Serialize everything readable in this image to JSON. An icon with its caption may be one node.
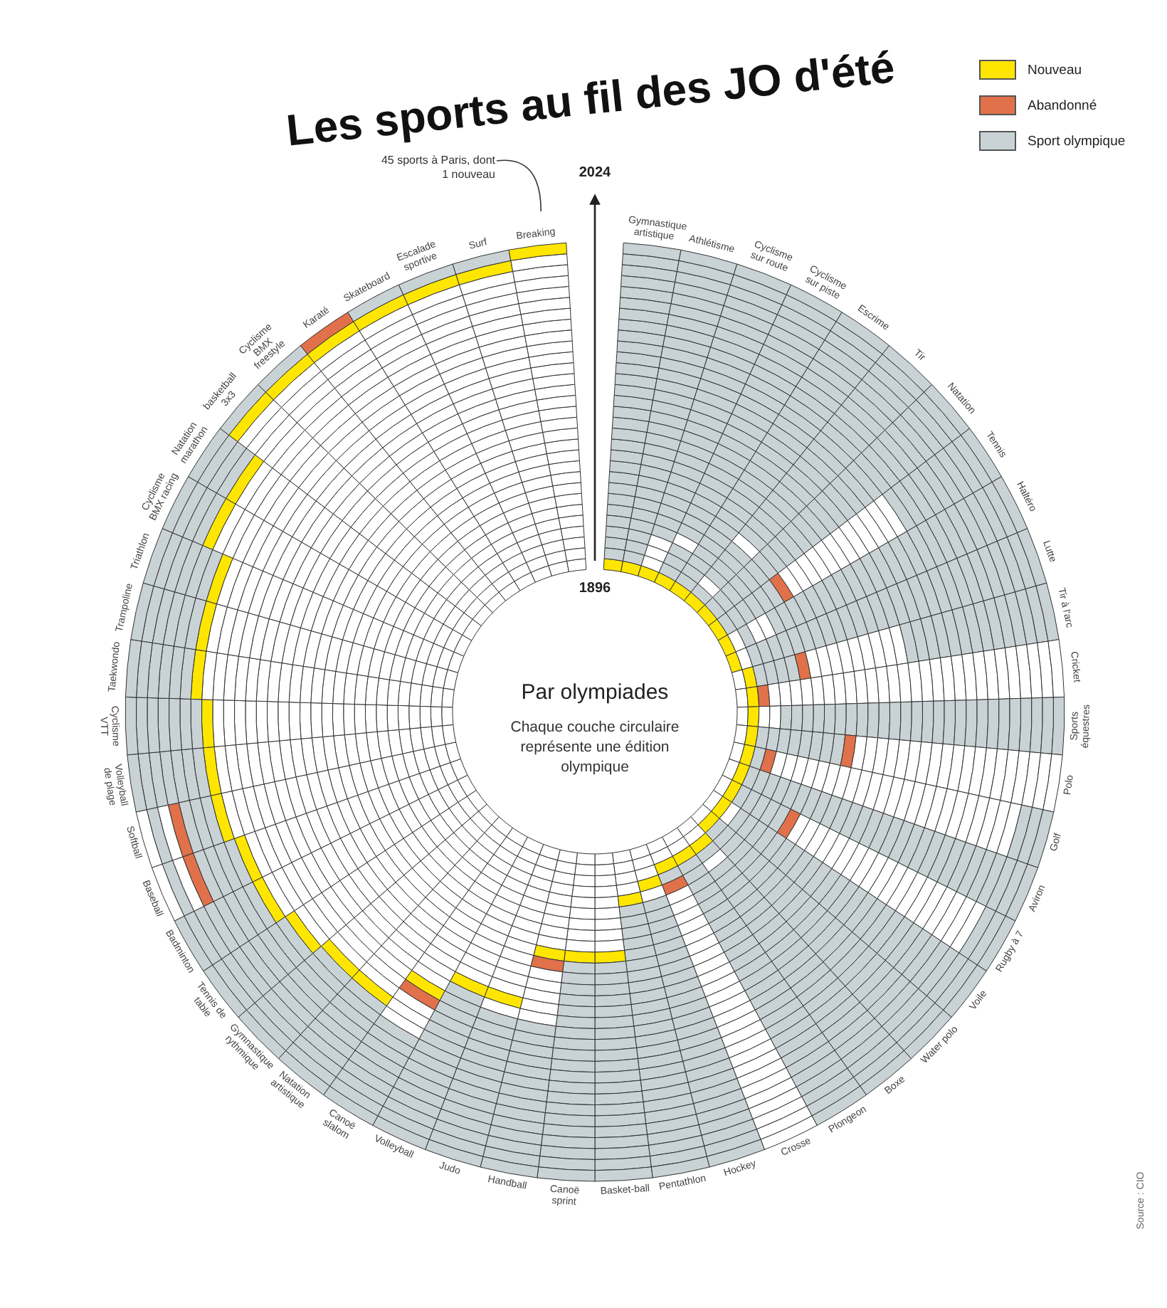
{
  "diagram": {
    "title": "Les sports au fil des JO d'été",
    "nodes": [
      {
        "text": [
          "45 sports à Paris, dont 1 nouveau"
        ]
      },
      {
        "text": [
          "Breaking"
        ]
      }
    ],
    "edges": [
      {
        "from": 0,
        "to": 1,
        "arrow": "none"
      }
    ],
    "labels": [
      "2024",
      "1896",
      "Par olympiades",
      "Chaque couche circulaire représente une édition olympique",
      "Gymnastique artistique",
      "Athlétisme",
      "Cyclisme sur route",
      "Cyclisme sur piste",
      "Escrime",
      "Tir",
      "Natation",
      "Tennis",
      "Haltéro",
      "Lutte",
      "Tir à l'arc",
      "Cricket",
      "Sports équestres",
      "Polo",
      "Golf",
      "Aviron",
      "Rugby à 7",
      "Voile",
      "Water polo",
      "Boxe",
      "Plongeon",
      "Crosse",
      "Hockey",
      "Pentathlon",
      "Basket-ball",
      "Canoë sprint",
      "Handball",
      "Judo",
      "Volleyball",
      "Canoë slalom",
      "Natation artistique",
      "Gymnastique rythmique",
      "Tennis de table",
      "Badminton",
      "Baseball",
      "Softball",
      "Volleyball de plage",
      "Cyclisme VTT",
      "Taekwondo",
      "Trampoline",
      "Triathlon",
      "Cyclisme BMX racing",
      "Natation marathon",
      "basketball 3x3",
      "Cyclisme BMX freestyle",
      "Karaté",
      "Skateboard",
      "Escalade sportive",
      "Surf",
      "Source : CIO"
    ],
    "legend": [
      {
        "text": "Nouveau",
        "color": "#ffe600"
      },
      {
        "text": "Abandonné",
        "color": "#e0714a"
      },
      {
        "text": "Sport olympique",
        "color": "#c9d3d6"
      }
    ]
  }
}
